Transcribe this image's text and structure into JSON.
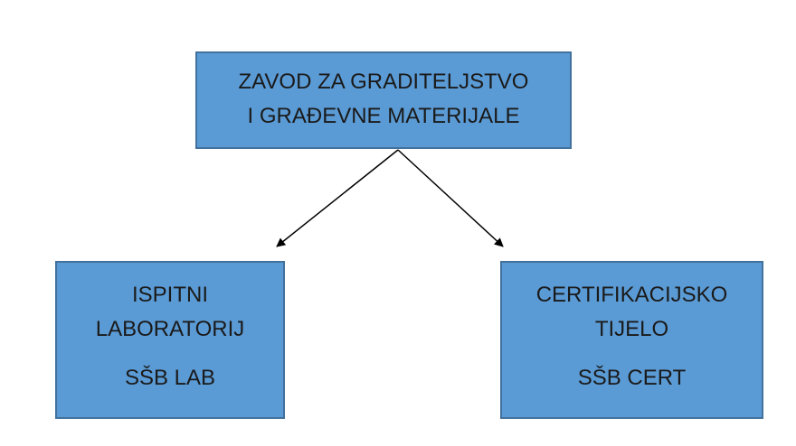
{
  "nodes": {
    "top": {
      "line1": "ZAVOD ZA GRADITELJSTVO",
      "line2": "I GRAĐEVNE MATERIJALE"
    },
    "left": {
      "line1": "ISPITNI",
      "line2": "LABORATORIJ",
      "line3": "SŠB LAB"
    },
    "right": {
      "line1": "CERTIFIKACIJSKO",
      "line2": "TIJELO",
      "line3": "SŠB CERT"
    }
  },
  "edges": [
    {
      "from": "top",
      "to": "left"
    },
    {
      "from": "top",
      "to": "right"
    }
  ],
  "colors": {
    "box_fill": "#5b9bd5",
    "box_border": "#41719c",
    "arrow": "#000000"
  }
}
